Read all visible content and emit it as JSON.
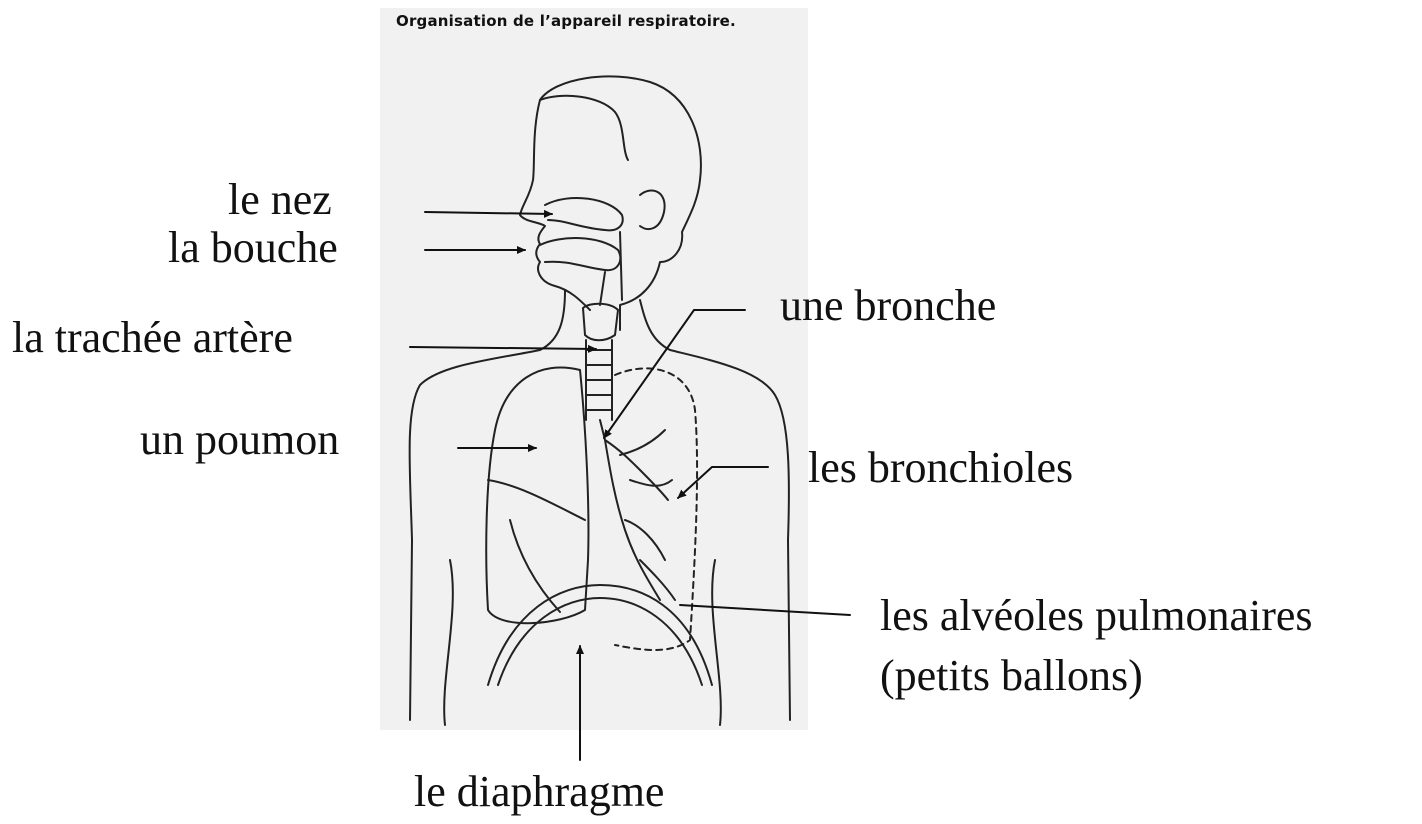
{
  "title": "Organisation de l’appareil respiratoire.",
  "labels": {
    "nez": "le nez",
    "bouche": "la bouche",
    "trachee": "la trachée artère",
    "poumon": "un poumon",
    "bronche": "une bronche",
    "bronchioles": "les bronchioles",
    "alveoles_line1": "les alvéoles pulmonaires",
    "alveoles_line2": "(petits ballons)",
    "diaphragme": "le diaphragme"
  }
}
